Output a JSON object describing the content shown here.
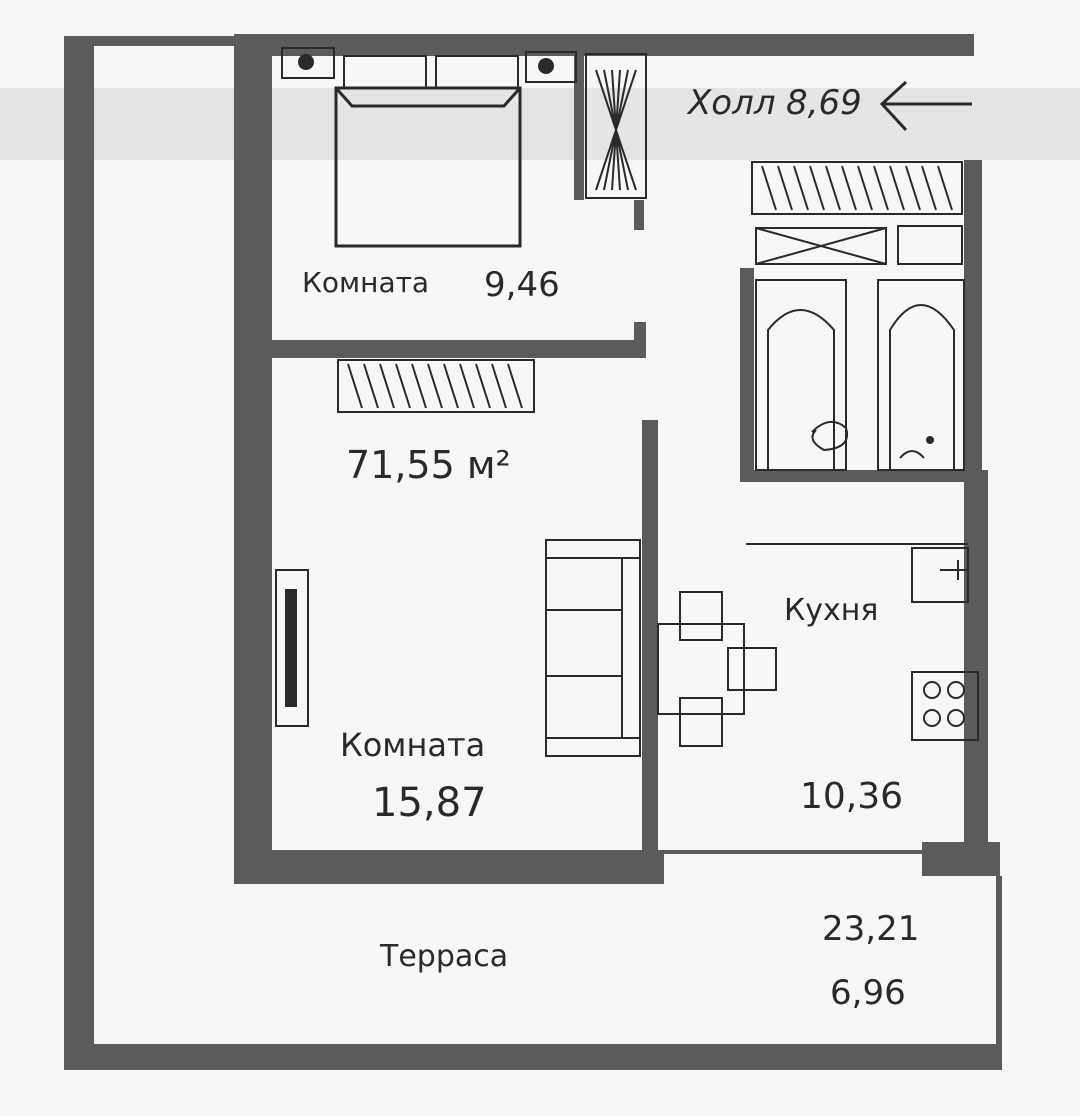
{
  "plan": {
    "total_area": "71,55 м²",
    "rooms": {
      "bedroom": {
        "name": "Комната",
        "area": "9,46"
      },
      "living": {
        "name": "Комната",
        "area": "15,87"
      },
      "hall": {
        "name": "Холл",
        "area": "8,69"
      },
      "kitchen": {
        "name": "Кухня",
        "area": "10,36"
      },
      "terrace": {
        "name": "Терраса",
        "area_total": "23,21",
        "area_reduced": "6,96"
      }
    }
  },
  "colors": {
    "wall": "#5b5b5b",
    "line": "#2a2a2a",
    "background": "#f7f7f7",
    "crease": "#d9d9d9"
  }
}
